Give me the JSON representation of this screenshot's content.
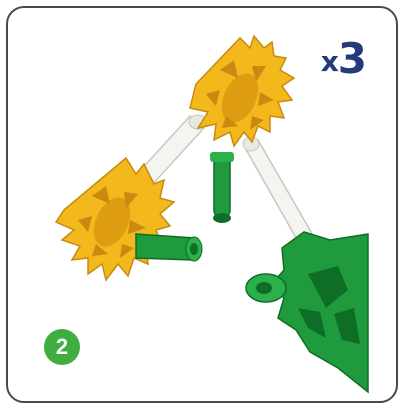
{
  "card": {
    "quantity_prefix": "x",
    "quantity_value": "3",
    "step_number": "2"
  },
  "colors": {
    "border": "#4a4a4a",
    "quantity_text": "#243a7a",
    "step_badge": "#3fad3f",
    "connector_yellow": "#f2b81c",
    "connector_yellow_dark": "#c88a10",
    "rod_white": "#f2f2ee",
    "part_green": "#1f9a3c",
    "part_green_dark": "#0f6e26"
  },
  "illustration": {
    "parts": [
      "yellow-connector",
      "yellow-connector",
      "white-rod",
      "white-rod",
      "green-connector",
      "green-clip"
    ]
  }
}
